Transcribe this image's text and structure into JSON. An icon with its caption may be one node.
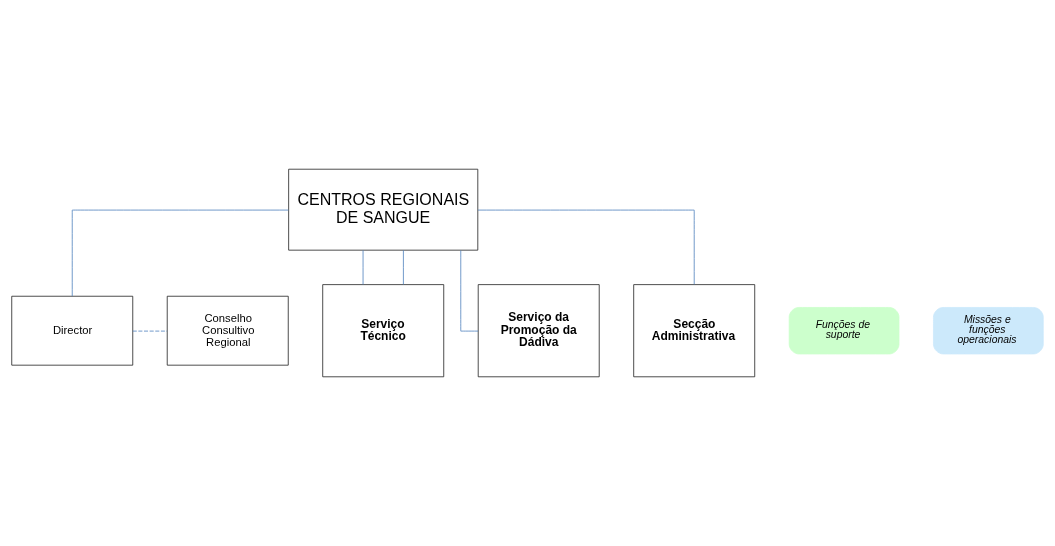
{
  "diagram": {
    "nodes": [
      {
        "text": [
          "CENTROS REGIONAIS DE SANGUE"
        ]
      },
      {
        "text": [
          "Funções de suporte"
        ]
      },
      {
        "text": [
          "Director"
        ]
      },
      {
        "text": [
          "Conselho Consultivo Regional"
        ]
      },
      {
        "text": [
          "Missões e funções operacionais"
        ]
      },
      {
        "text": [
          "Serviço Técnico"
        ]
      },
      {
        "text": [
          "Serviço da Promoção da Dádiva"
        ]
      },
      {
        "text": [
          "Secção Administrativa"
        ]
      }
    ],
    "edges": [
      {
        "from": 0,
        "to": 2,
        "arrow": "none"
      },
      {
        "from": 2,
        "to": 3,
        "arrow": "none",
        "style": "dashed"
      },
      {
        "from": 0,
        "to": 5,
        "arrow": "none"
      },
      {
        "from": 0,
        "to": 5,
        "arrow": "none"
      },
      {
        "from": 0,
        "to": 6,
        "arrow": "none"
      },
      {
        "from": 0,
        "to": 7,
        "arrow": "none"
      }
    ]
  }
}
